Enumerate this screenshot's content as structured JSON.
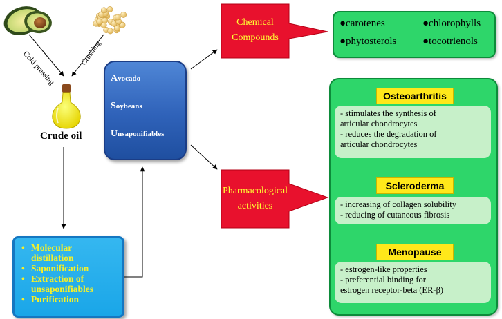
{
  "colors": {
    "callout_red": "#e8112d",
    "callout_text": "#ffff33",
    "green_panel": "#2ed66a",
    "light_green": "#c7f0c9",
    "label_yellow": "#ffe81a",
    "asu_blue": "#2f62b9",
    "process_blue": "#1aa6e8",
    "process_text": "#f4f02a"
  },
  "icons": [
    "avocado-icon",
    "soybeans-icon",
    "oil-bottle-icon"
  ],
  "sources": {
    "cold_pressing": "Cold pressing",
    "crushing": "Crushing"
  },
  "crude_oil": "Crude oil",
  "process_steps": [
    [
      "Molecular",
      "distillation"
    ],
    [
      "Saponification"
    ],
    [
      "Extraction of",
      "unsaponifiables"
    ],
    [
      "Purification"
    ]
  ],
  "asu": [
    {
      "cap": "A",
      "rest": "vocado"
    },
    {
      "cap": "S",
      "rest": "oybeans"
    },
    {
      "cap": "U",
      "rest": "nsaponifiables"
    }
  ],
  "chemical": {
    "title_lines": [
      "Chemical",
      "Compounds"
    ],
    "items": [
      "●carotenes",
      "●chlorophylls",
      "●phytosterols",
      "●tocotrienols"
    ]
  },
  "pharmacological": {
    "title_lines": [
      "Pharmacological",
      "activities"
    ],
    "conditions": [
      {
        "name": "Osteoarthritis",
        "lines": [
          "- stimulates the synthesis of",
          "articular chondrocytes",
          "- reduces the degradation of",
          "articular chondrocytes"
        ]
      },
      {
        "name": "Scleroderma",
        "lines": [
          "- increasing of collagen solubility",
          "- reducing  of cutaneous fibrosis"
        ]
      },
      {
        "name": "Menopause",
        "lines": [
          "- estrogen-like properties",
          "- preferential binding for",
          "estrogen receptor-beta (ER-β)"
        ]
      }
    ]
  }
}
